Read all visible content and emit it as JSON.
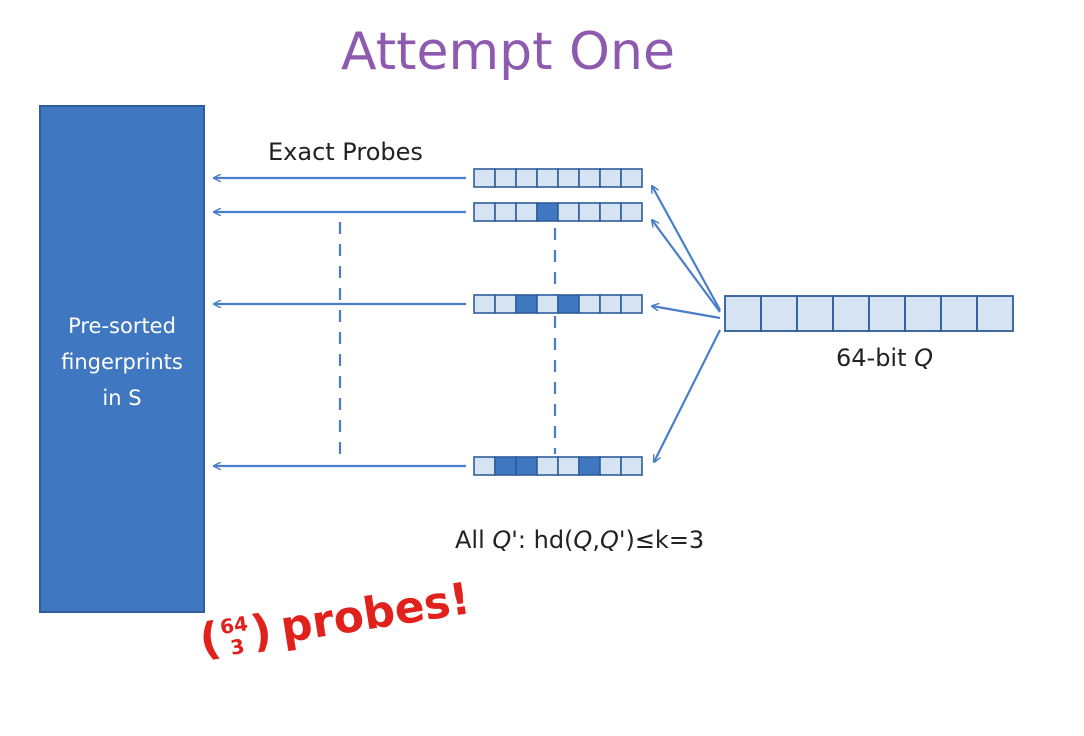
{
  "title": "Attempt One",
  "database": {
    "label_lines": [
      "Pre-sorted",
      "fingerprints",
      "in S"
    ]
  },
  "exact_probes_label": "Exact Probes",
  "query": {
    "label_prefix": "64-bit ",
    "label_var": "Q"
  },
  "variants_label": {
    "prefix": "All ",
    "qp1": "Q'",
    "mid1": ": hd(",
    "q": "Q",
    "comma": ",",
    "qp2": "Q'",
    "suffix": ")≤k=3"
  },
  "exclaim": {
    "open": "(",
    "top": "64",
    "bottom": "3",
    "close": ")",
    "word": "probes!"
  },
  "colors": {
    "title": "#8e5ab0",
    "block_fill": "#3f77c0",
    "cell_light": "#d6e3f3",
    "cell_dark": "#3f77c0",
    "arrow": "#4a7ec8",
    "exclaim": "#e0211c"
  },
  "probe_rows": [
    {
      "flipped_bits": []
    },
    {
      "flipped_bits": [
        3
      ]
    },
    {
      "flipped_bits": [
        2,
        4
      ]
    },
    {
      "flipped_bits": [
        1,
        2,
        5
      ]
    }
  ]
}
